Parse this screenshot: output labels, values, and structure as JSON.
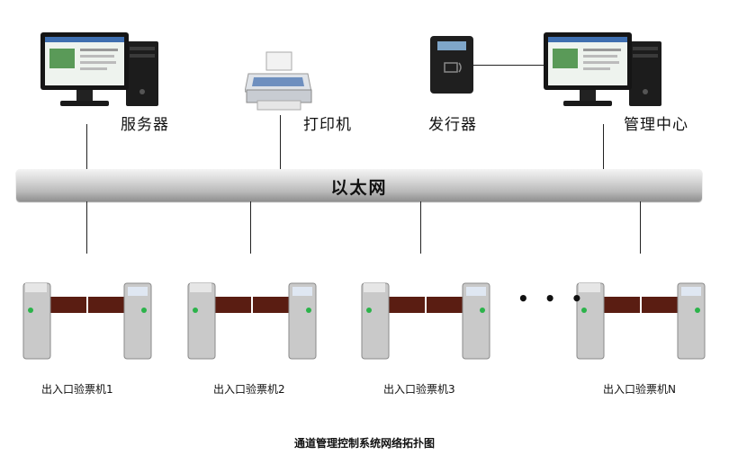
{
  "devices": {
    "server": {
      "label": "服务器",
      "icon": "computer-icon"
    },
    "printer": {
      "label": "打印机",
      "icon": "printer-icon"
    },
    "issuer": {
      "label": "发行器",
      "icon": "card-reader-icon"
    },
    "management": {
      "label": "管理中心",
      "icon": "computer-icon"
    }
  },
  "network": {
    "label": "以太网"
  },
  "gates": [
    {
      "label": "出入口验票机1",
      "icon": "turnstile-icon"
    },
    {
      "label": "出入口验票机2",
      "icon": "turnstile-icon"
    },
    {
      "label": "出入口验票机3",
      "icon": "turnstile-icon"
    },
    {
      "label": "出入口验票机N",
      "icon": "turnstile-icon"
    }
  ],
  "ellipsis": "• • •",
  "caption": "通道管理控制系统网络拓扑图",
  "colors": {
    "barrier": "#5a1d12",
    "gate_body": "#c9c9c9",
    "bus": "#c0c0c0"
  }
}
